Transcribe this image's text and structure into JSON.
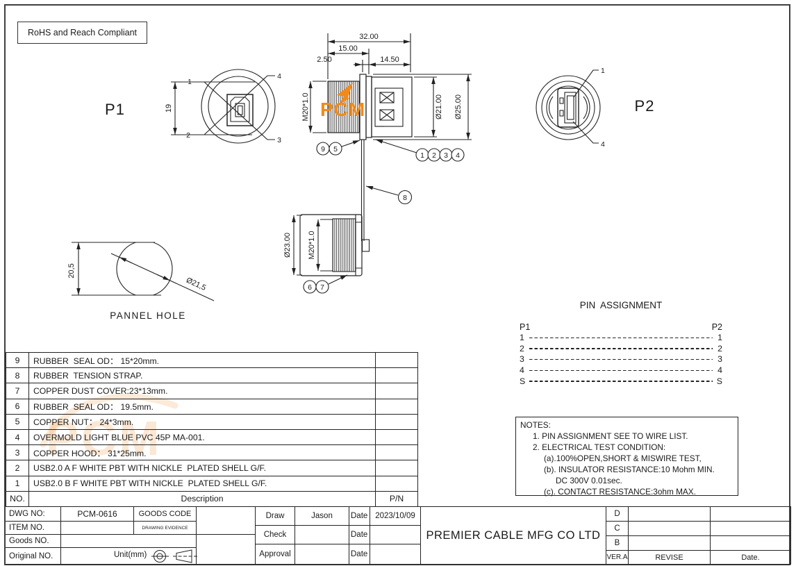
{
  "compliance": {
    "label": "RoHS and Reach Compliant"
  },
  "views": {
    "p1": {
      "label": "P1",
      "height_dim": "19",
      "callout_1": "1",
      "callout_2": "2",
      "callout_3": "3",
      "callout_4": "4"
    },
    "p2": {
      "label": "P2",
      "callout_1": "1",
      "callout_4": "4"
    },
    "side": {
      "dim_total": "32.00",
      "dim_front": "15.00",
      "dim_flange": "2.50",
      "dim_rear": "14.50",
      "dim_thread": "M20*1.0",
      "dim_body": "Ø21.00",
      "dim_flange_od": "Ø25.00",
      "callout_9": "9",
      "callout_5": "5",
      "callout_1": "1",
      "callout_2": "2",
      "callout_3": "3",
      "callout_4": "4",
      "callout_8": "8"
    },
    "cover": {
      "dim_od": "Ø23.00",
      "dim_thread": "M20*1.0",
      "callout_6": "6",
      "callout_7": "7"
    },
    "panel_hole": {
      "label": "PANNEL HOLE",
      "dim_flat": "20,5",
      "dim_dia": "Ø21,5"
    }
  },
  "watermark": {
    "text": "PCM",
    "color": "#F28A1A"
  },
  "pin_assignment": {
    "title": "PIN  ASSIGNMENT",
    "left": "P1",
    "right": "P2",
    "rows": [
      {
        "l": "1",
        "r": "1"
      },
      {
        "l": "2",
        "r": "2"
      },
      {
        "l": "3",
        "r": "3"
      },
      {
        "l": "4",
        "r": "4"
      },
      {
        "l": "S",
        "r": "S"
      }
    ]
  },
  "notes": {
    "title": "NOTES:",
    "lines": [
      "1. PIN ASSIGNMENT SEE TO WIRE LIST.",
      "2. ELECTRICAL TEST CONDITION:",
      "(a).100%OPEN,SHORT & MISWIRE TEST,",
      "(b). INSULATOR RESISTANCE:10 Mohm MIN.",
      "DC 300V 0.01sec.",
      "(c). CONTACT RESISTANCE:3ohm MAX."
    ]
  },
  "parts_table": {
    "headers": {
      "no": "NO.",
      "description": "Description",
      "pn": "P/N"
    },
    "rows": [
      {
        "no": "9",
        "description": "RUBBER  SEAL OD： 15*20mm.",
        "pn": ""
      },
      {
        "no": "8",
        "description": "RUBBER  TENSION STRAP.",
        "pn": ""
      },
      {
        "no": "7",
        "description": "COPPER DUST COVER:23*13mm.",
        "pn": ""
      },
      {
        "no": "6",
        "description": "RUBBER  SEAL OD： 19.5mm.",
        "pn": ""
      },
      {
        "no": "5",
        "description": "COPPER NUT： 24*3mm.",
        "pn": ""
      },
      {
        "no": "4",
        "description": "OVERMOLD LIGHT BLUE PVC 45P MA-001.",
        "pn": ""
      },
      {
        "no": "3",
        "description": "COPPER HOOD： 31*25mm.",
        "pn": ""
      },
      {
        "no": "2",
        "description": "USB2.0 A F WHITE PBT WITH NICKLE  PLATED SHELL G/F.",
        "pn": ""
      },
      {
        "no": "1",
        "description": "USB2.0 B F WHITE PBT WITH NICKLE  PLATED SHELL G/F.",
        "pn": ""
      }
    ]
  },
  "title_block": {
    "dwg_no_label": "DWG NO:",
    "dwg_no": "PCM-0616",
    "goods_code": "GOODS CODE",
    "item_no_label": "ITEM NO.",
    "drawing_evidence": "DRAWING EVIDENCE",
    "goods_no_label": "Goods NO.",
    "original_no_label": "Original NO.",
    "unit": "Unit(mm)",
    "draw_label": "Draw",
    "draw_name": "Jason",
    "date_label": "Date",
    "draw_date": "2023/10/09",
    "check_label": "Check",
    "approval_label": "Approval",
    "company": "PREMIER CABLE MFG CO LTD",
    "rev_d": "D",
    "rev_c": "C",
    "rev_b": "B",
    "ver": "VER.A",
    "revise": "REVISE",
    "revise_date": "Date."
  }
}
